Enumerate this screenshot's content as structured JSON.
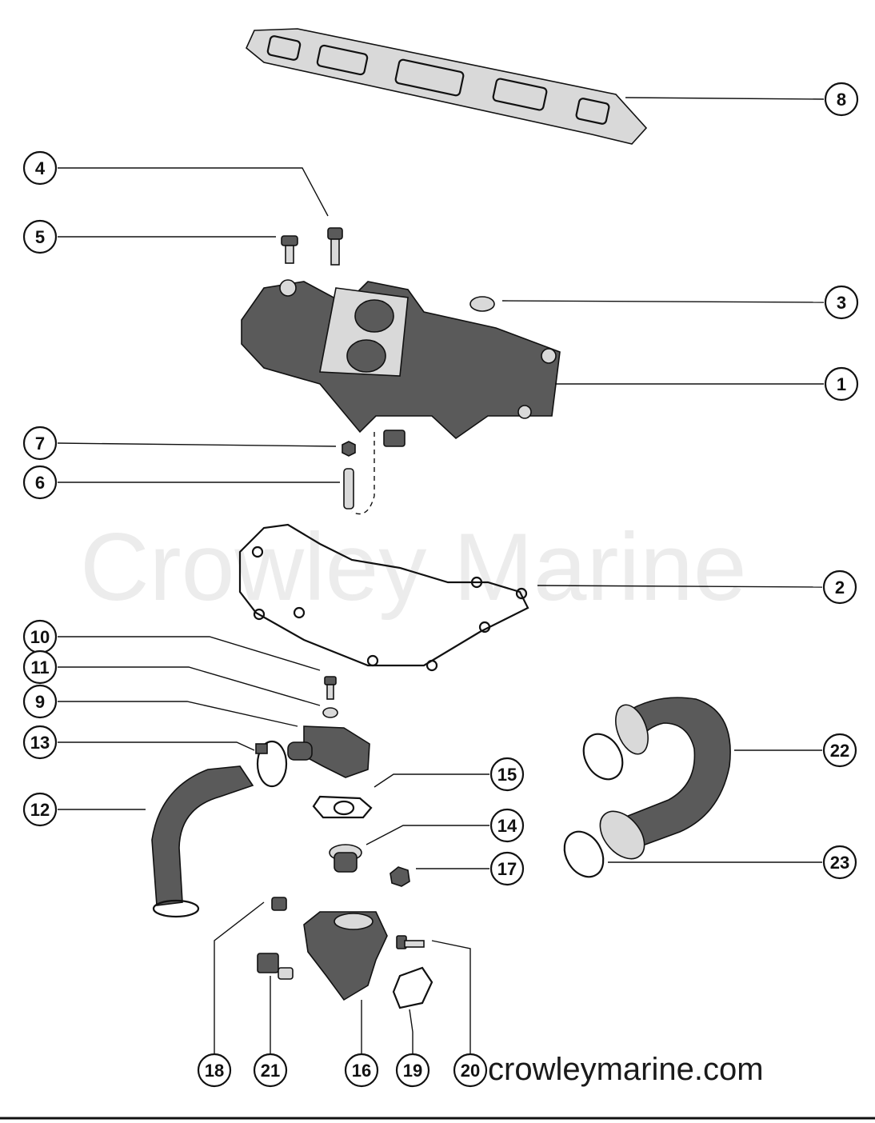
{
  "watermark": "Crowley Marine",
  "footer": "crowleymarine.com",
  "colors": {
    "ink": "#111111",
    "part_fill": "#5a5a5a",
    "watermark": "#ececec"
  },
  "callouts": [
    {
      "id": "8",
      "label": "8"
    },
    {
      "id": "4",
      "label": "4"
    },
    {
      "id": "5",
      "label": "5"
    },
    {
      "id": "3",
      "label": "3"
    },
    {
      "id": "1",
      "label": "1"
    },
    {
      "id": "7",
      "label": "7"
    },
    {
      "id": "6",
      "label": "6"
    },
    {
      "id": "2",
      "label": "2"
    },
    {
      "id": "10",
      "label": "10"
    },
    {
      "id": "11",
      "label": "11"
    },
    {
      "id": "9",
      "label": "9"
    },
    {
      "id": "13",
      "label": "13"
    },
    {
      "id": "22",
      "label": "22"
    },
    {
      "id": "15",
      "label": "15"
    },
    {
      "id": "12",
      "label": "12"
    },
    {
      "id": "14",
      "label": "14"
    },
    {
      "id": "17",
      "label": "17"
    },
    {
      "id": "23",
      "label": "23"
    },
    {
      "id": "18",
      "label": "18"
    },
    {
      "id": "21",
      "label": "21"
    },
    {
      "id": "16",
      "label": "16"
    },
    {
      "id": "19",
      "label": "19"
    },
    {
      "id": "20",
      "label": "20"
    }
  ]
}
